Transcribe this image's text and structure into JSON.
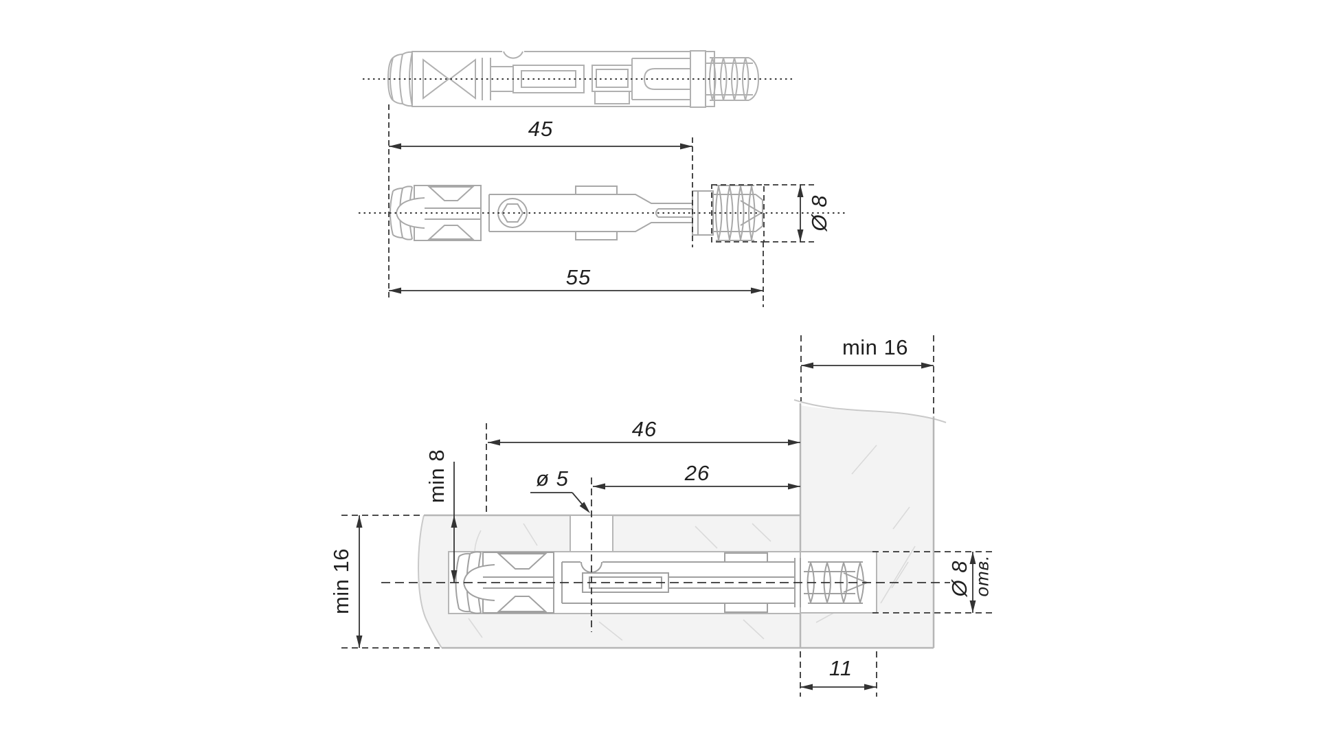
{
  "drawing": {
    "kind": "furniture-connector-technical-drawing",
    "colors": {
      "background": "#ffffff",
      "part_line": "#aaaaaa",
      "panel_fill": "#f3f3f3",
      "panel_line": "#b6b6b6",
      "grain_line": "#dadada",
      "dimension_line": "#333333",
      "text": "#1f1f1f"
    },
    "side_view": {
      "length_to_collar": "45",
      "overall_length": "55",
      "body_diameter": "Ø 8"
    },
    "installation_view": {
      "panel_min_thickness_top": "min 16",
      "drill_depth": "46",
      "access_hole_offset": "26",
      "access_hole_diameter": "ø 5",
      "surface_to_axis_min": "min 8",
      "panel_min_thickness_left": "min 16",
      "hole_diameter": "Ø 8",
      "hole_word": "отв.",
      "thread_engagement": "11"
    }
  }
}
